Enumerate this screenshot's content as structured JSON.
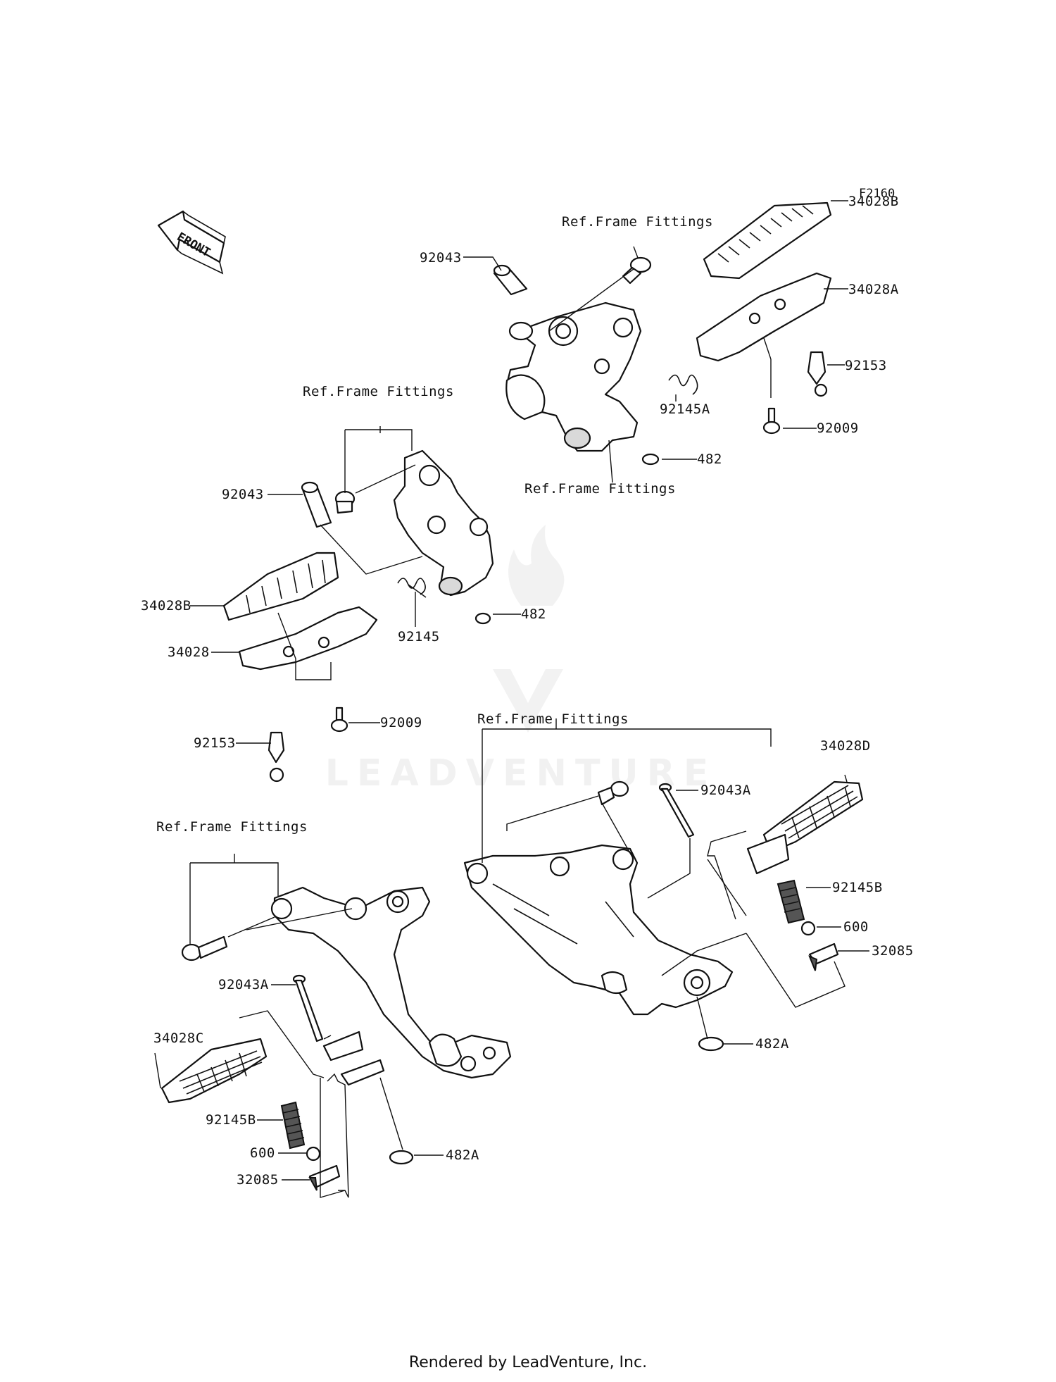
{
  "diagram_code": "F2160",
  "front_label": "FRONT",
  "labels": {
    "ref_frame_a": "Ref.Frame Fittings",
    "ref_frame_b": "Ref.Frame Fittings",
    "ref_frame_c": "Ref.Frame Fittings",
    "ref_frame_d": "Ref.Frame Fittings",
    "ref_frame_e": "Ref.Frame Fittings",
    "p92043_top": "92043",
    "p34028B_top": "34028B",
    "p34028A": "34028A",
    "p92153_top": "92153",
    "p92145A": "92145A",
    "p92009_top": "92009",
    "p482_top": "482",
    "p92043_mid": "92043",
    "p34028B_mid": "34028B",
    "p482_mid": "482",
    "p92145": "92145",
    "p34028": "34028",
    "p92009_mid": "92009",
    "p92153_mid": "92153",
    "p92043A_right": "92043A",
    "p34028D": "34028D",
    "p92145B_right": "92145B",
    "p600_right": "600",
    "p32085_right": "32085",
    "p482A_right": "482A",
    "p92043A_left": "92043A",
    "p34028C": "34028C",
    "p92145B_left": "92145B",
    "p600_left": "600",
    "p32085_left": "32085",
    "p482A_left": "482A"
  },
  "watermark": "LEADVENTURE",
  "footer": "Rendered by LeadVenture, Inc."
}
